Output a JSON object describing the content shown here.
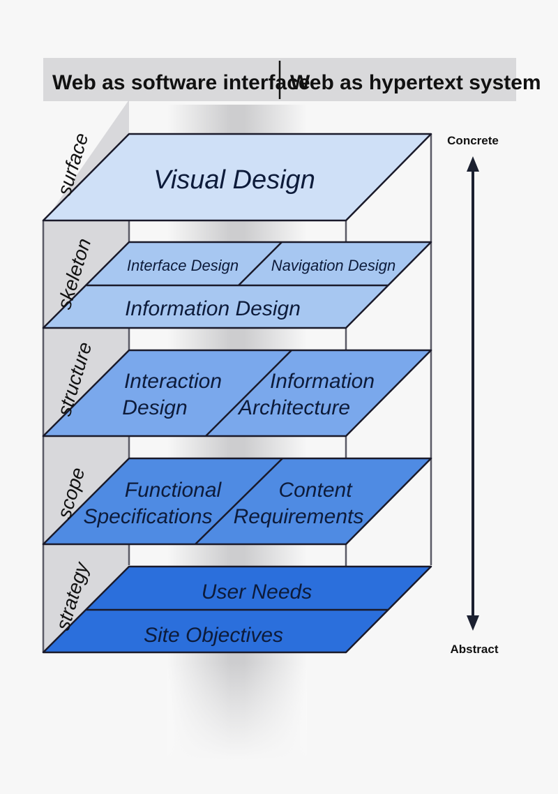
{
  "header": {
    "left": "Web as software interface",
    "right": "Web as hypertext system"
  },
  "axis": {
    "top": "Concrete",
    "bottom": "Abstract"
  },
  "planes": {
    "surface": {
      "side_label": "surface",
      "visual_design": "Visual Design"
    },
    "skeleton": {
      "side_label": "skeleton",
      "interface_design": "Interface Design",
      "navigation_design": "Navigation Design",
      "information_design": "Information Design"
    },
    "structure": {
      "side_label": "structure",
      "interaction_design_1": "Interaction",
      "interaction_design_2": "Design",
      "information_architecture_1": "Information",
      "information_architecture_2": "Architecture"
    },
    "scope": {
      "side_label": "scope",
      "functional_specifications_1": "Functional",
      "functional_specifications_2": "Specifications",
      "content_requirements_1": "Content",
      "content_requirements_2": "Requirements"
    },
    "strategy": {
      "side_label": "strategy",
      "user_needs": "User Needs",
      "site_objectives": "Site Objectives"
    }
  },
  "colors": {
    "surface": "#cfe0f7",
    "skeleton": "#a7c7f1",
    "structure": "#7aa8ec",
    "scope": "#4f8be3",
    "strategy": "#2b6fdc"
  }
}
